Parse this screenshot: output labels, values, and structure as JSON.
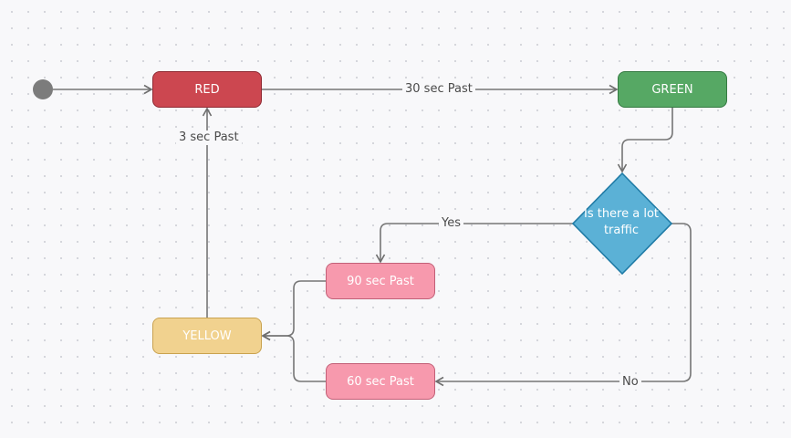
{
  "nodes": {
    "red": {
      "label": "RED",
      "color": "#cc4750"
    },
    "green": {
      "label": "GREEN",
      "color": "#56a864"
    },
    "yellow": {
      "label": "YELLOW",
      "color": "#f1d28f"
    },
    "decision": {
      "label": "Is there a lot traffic",
      "color": "#5bb1d6"
    },
    "ninety": {
      "label": "90 sec Past",
      "color": "#f799ad"
    },
    "sixty": {
      "label": "60 sec Past",
      "color": "#f799ad"
    }
  },
  "edges": {
    "red_to_green": "30 sec Past",
    "yellow_to_red": "3 sec Past",
    "decision_yes": "Yes",
    "decision_no": "No"
  }
}
